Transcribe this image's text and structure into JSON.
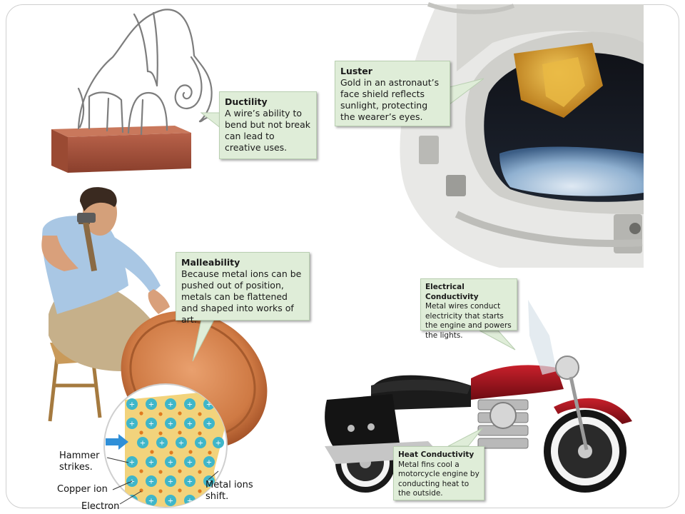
{
  "callouts": {
    "ductility": {
      "title": "Ductility",
      "body": "A wire’s ability to bend but not break can lead to creative uses."
    },
    "luster": {
      "title": "Luster",
      "body": "Gold in an astronaut’s face shield reflects sunlight, protecting the wearer’s eyes."
    },
    "malleability": {
      "title": "Malleability",
      "body": "Because metal ions can be pushed out of position, metals can be flattened and shaped into works of art."
    },
    "electrical": {
      "title": "Electrical Conductivity",
      "body": "Metal wires conduct electricity that starts the engine and powers the lights."
    },
    "heat": {
      "title": "Heat Conductivity",
      "body": "Metal fins cool a motorcycle engine by conducting heat to the outside."
    }
  },
  "diagram_labels": {
    "hammer_line1": "Hammer",
    "hammer_line2": "strikes.",
    "copper_ion": "Copper ion",
    "electron": "Electron",
    "metal_ions_line1": "Metal ions",
    "metal_ions_line2": "shift."
  },
  "ion_symbol": "+",
  "colors": {
    "callout_bg": "#dfedd8",
    "copper": "#c9703a",
    "ion_cyan": "#3fb6c9",
    "electron_orange": "#e07a1f",
    "motorcycle_red": "#a3131c"
  }
}
